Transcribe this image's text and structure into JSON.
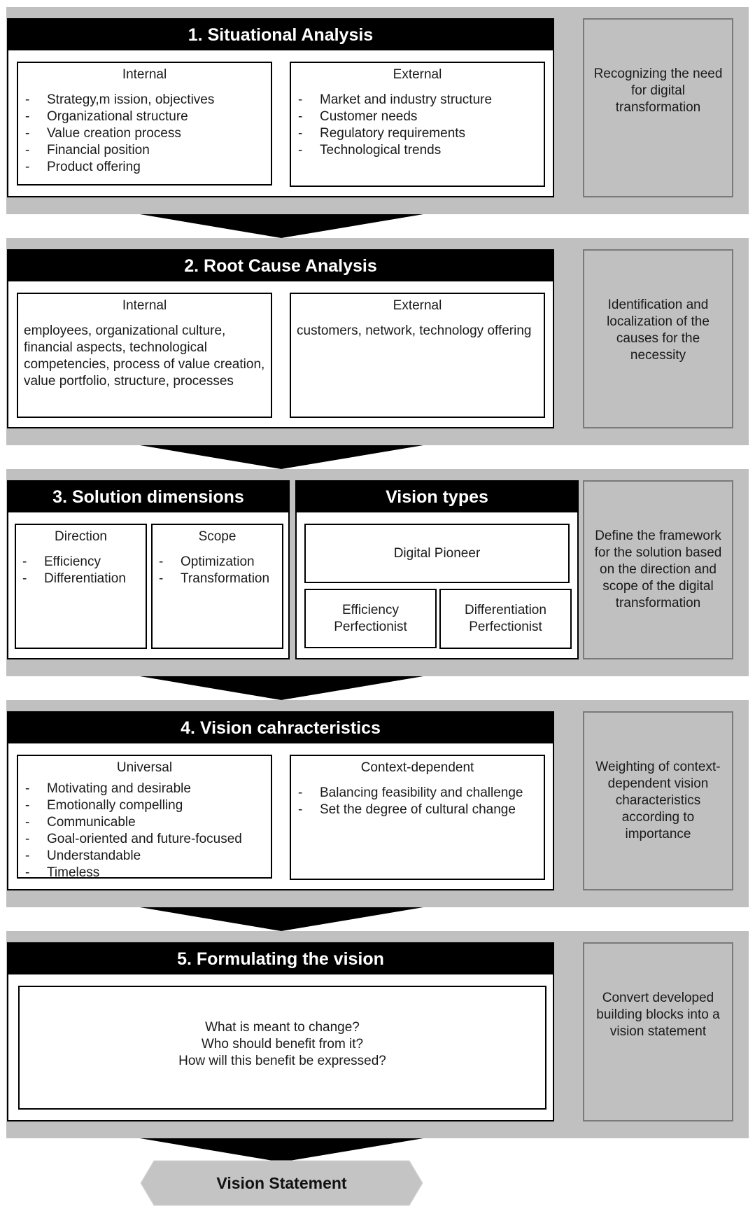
{
  "stages": [
    {
      "title": "1. Situational Analysis",
      "left": {
        "title": "Internal",
        "items": [
          "Strategy,m ission, objectives",
          "Organizational structure",
          "Value creation process",
          "Financial position",
          "Product offering"
        ]
      },
      "right": {
        "title": "External",
        "items": [
          "Market and industry structure",
          "Customer needs",
          "Regulatory requirements",
          "Technological trends"
        ]
      },
      "side": [
        "Recognizing the need",
        "for digital",
        "transformation"
      ]
    },
    {
      "title": "2. Root Cause Analysis",
      "left": {
        "title": "Internal",
        "text": "employees, organizational culture, financial aspects, technological competencies, process of value creation, value portfolio, structure, processes"
      },
      "right": {
        "title": "External",
        "text": "customers, network, technology offering"
      },
      "side": [
        "Identification and",
        "localization of the",
        "causes for the",
        "necessity"
      ]
    },
    {
      "title": "3. Solution dimensions",
      "direction": {
        "title": "Direction",
        "items": [
          "Efficiency",
          "Differentiation"
        ]
      },
      "scope": {
        "title": "Scope",
        "items": [
          "Optimization",
          "Transformation"
        ]
      },
      "vision_types": {
        "title": "Vision types",
        "pioneer": "Digital Pioneer",
        "efficiency": [
          "Efficiency",
          "Perfectionist"
        ],
        "differentiation": [
          "Differentiation",
          "Perfectionist"
        ]
      },
      "side": [
        "Define the framework",
        "for the solution based",
        "on the direction and",
        "scope of the digital",
        "transformation"
      ]
    },
    {
      "title": "4. Vision cahracteristics",
      "left": {
        "title": "Universal",
        "items": [
          "Motivating and desirable",
          "Emotionally compelling",
          "Communicable",
          "Goal-oriented and future-focused",
          "Understandable",
          "Timeless"
        ]
      },
      "right": {
        "title": "Context-dependent",
        "items": [
          "Balancing feasibility and challenge",
          "Set the degree of cultural change"
        ]
      },
      "side": [
        "Weighting of context-",
        "dependent vision",
        "characteristics",
        "according to",
        "importance"
      ]
    },
    {
      "title": "5. Formulating the vision",
      "questions": [
        "What is meant to change?",
        "Who should benefit from it?",
        "How will this benefit be expressed?"
      ],
      "side": [
        "Convert developed",
        "building blocks into a",
        "vision statement"
      ]
    }
  ],
  "result": "Vision Statement"
}
